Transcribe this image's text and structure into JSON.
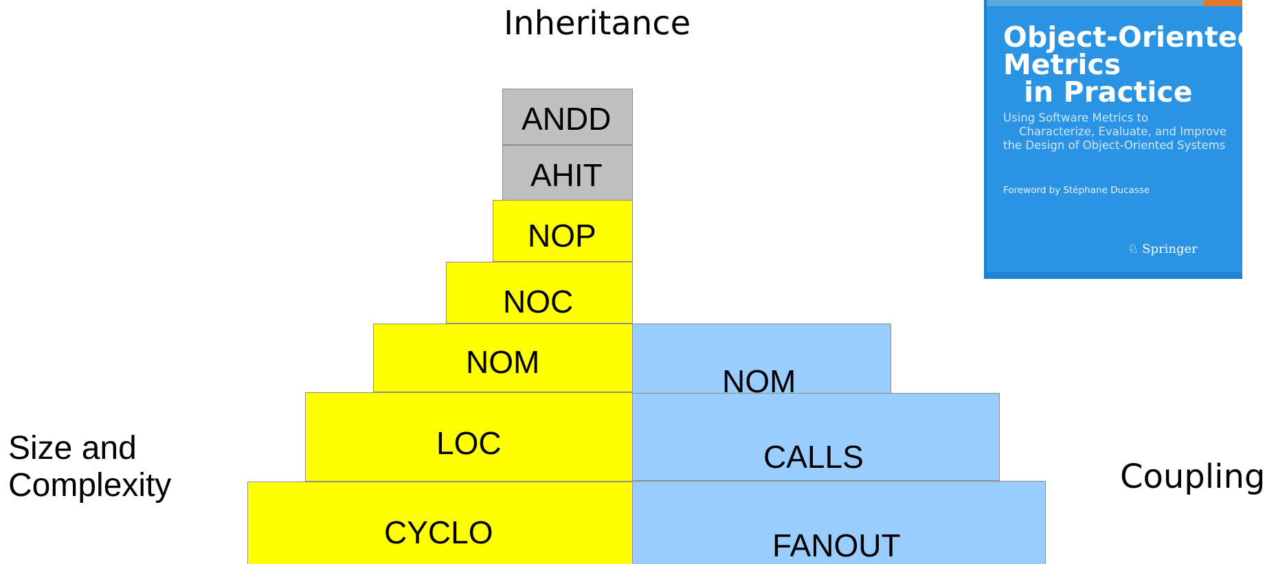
{
  "headings": {
    "inheritance": "Inheritance",
    "size_complexity": [
      "Size and",
      "Complexity"
    ],
    "coupling": "Coupling"
  },
  "inheritance_blocks": [
    "ANDD",
    "AHIT"
  ],
  "size_blocks": [
    "NOP",
    "NOC",
    "NOM",
    "LOC",
    "CYCLO"
  ],
  "coupling_blocks": [
    "NOM",
    "CALLS",
    "FANOUT"
  ],
  "book": {
    "title": [
      "Object-Oriented",
      "Metrics",
      "in Practice"
    ],
    "subtitle": [
      "Using Software Metrics to",
      "Characterize, Evaluate, and Improve",
      "the Design of Object-Oriented Systems"
    ],
    "foreword": "Foreword by Stéphane Ducasse",
    "publisher": "Springer",
    "publisher_icon": "springer-knight-icon"
  },
  "colors": {
    "inheritance": "#c0c0c0",
    "size_complexity": "#ffff00",
    "coupling": "#99ccff",
    "book_cover": "#2a93e4"
  }
}
